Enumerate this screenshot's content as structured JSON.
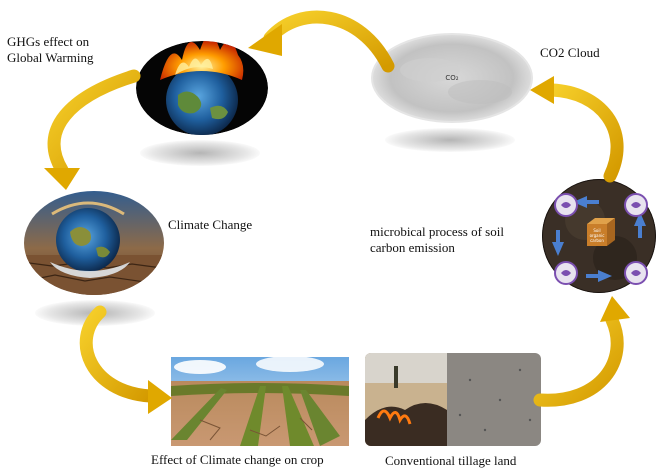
{
  "nodes": {
    "ghg": {
      "label_line1": "GHGs effect on",
      "label_line2": "Global Warming"
    },
    "co2": {
      "label": "CO2 Cloud",
      "cloud_text": "CO₂"
    },
    "climate": {
      "label": "Climate Change"
    },
    "microbial": {
      "label_line1": "microbical process of soil",
      "label_line2": "carbon emission",
      "center_text_1": "Soil",
      "center_text_2": "organic",
      "center_text_3": "carbon"
    },
    "crop": {
      "label": "Effect of Climate change on crop"
    },
    "tillage": {
      "label": "Conventional tillage land"
    }
  },
  "colors": {
    "arrow": "#e8b400",
    "arrow_dark": "#b98a00",
    "soil_arrow": "#4a7fd0"
  }
}
